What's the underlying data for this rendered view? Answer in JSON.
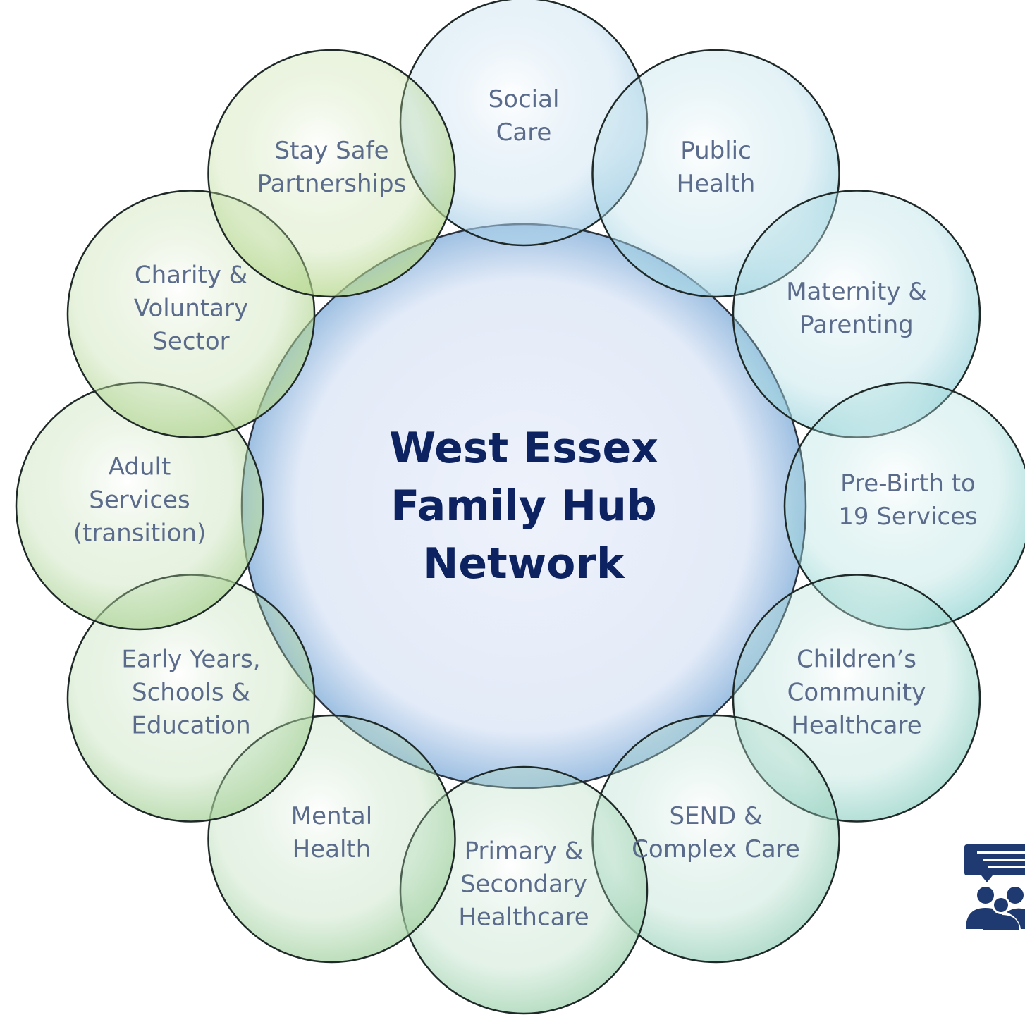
{
  "diagram": {
    "center": {
      "lines": [
        "West Essex",
        "Family Hub",
        "Network"
      ],
      "color": "#0d2260"
    },
    "nodes": [
      {
        "id": "social-care",
        "lines": [
          "Social",
          "Care"
        ],
        "color": "#a9cfe8"
      },
      {
        "id": "public-health",
        "lines": [
          "Public",
          "Health"
        ],
        "color": "#a7d6e4"
      },
      {
        "id": "maternity-parenting",
        "lines": [
          "Maternity &",
          "Parenting"
        ],
        "color": "#9fd6de"
      },
      {
        "id": "pre-birth-19",
        "lines": [
          "Pre-Birth to",
          "19 Services"
        ],
        "color": "#9bd8d6"
      },
      {
        "id": "childrens-community-healthcare",
        "lines": [
          "Children’s",
          "Community",
          "Healthcare"
        ],
        "color": "#9cd6cb"
      },
      {
        "id": "send-complex-care",
        "lines": [
          "SEND &",
          "Complex Care"
        ],
        "color": "#9fd4bf"
      },
      {
        "id": "primary-secondary-healthcare",
        "lines": [
          "Primary &",
          "Secondary",
          "Healthcare"
        ],
        "color": "#a3d4b2"
      },
      {
        "id": "mental-health",
        "lines": [
          "Mental",
          "Health"
        ],
        "color": "#a8d4a6"
      },
      {
        "id": "early-years-schools-education",
        "lines": [
          "Early Years,",
          "Schools &",
          "Education"
        ],
        "color": "#abd49e"
      },
      {
        "id": "adult-services-transition",
        "lines": [
          "Adult",
          "Services",
          "(transition)"
        ],
        "color": "#afd599"
      },
      {
        "id": "charity-voluntary-sector",
        "lines": [
          "Charity &",
          "Voluntary",
          "Sector"
        ],
        "color": "#b3d694"
      },
      {
        "id": "stay-safe-partnerships",
        "lines": [
          "Stay Safe",
          "Partnerships"
        ],
        "color": "#b7d88f"
      }
    ],
    "label_color": "#5b6b8c",
    "icon": {
      "name": "people-presentation-icon",
      "color": "#1f3a70"
    }
  }
}
